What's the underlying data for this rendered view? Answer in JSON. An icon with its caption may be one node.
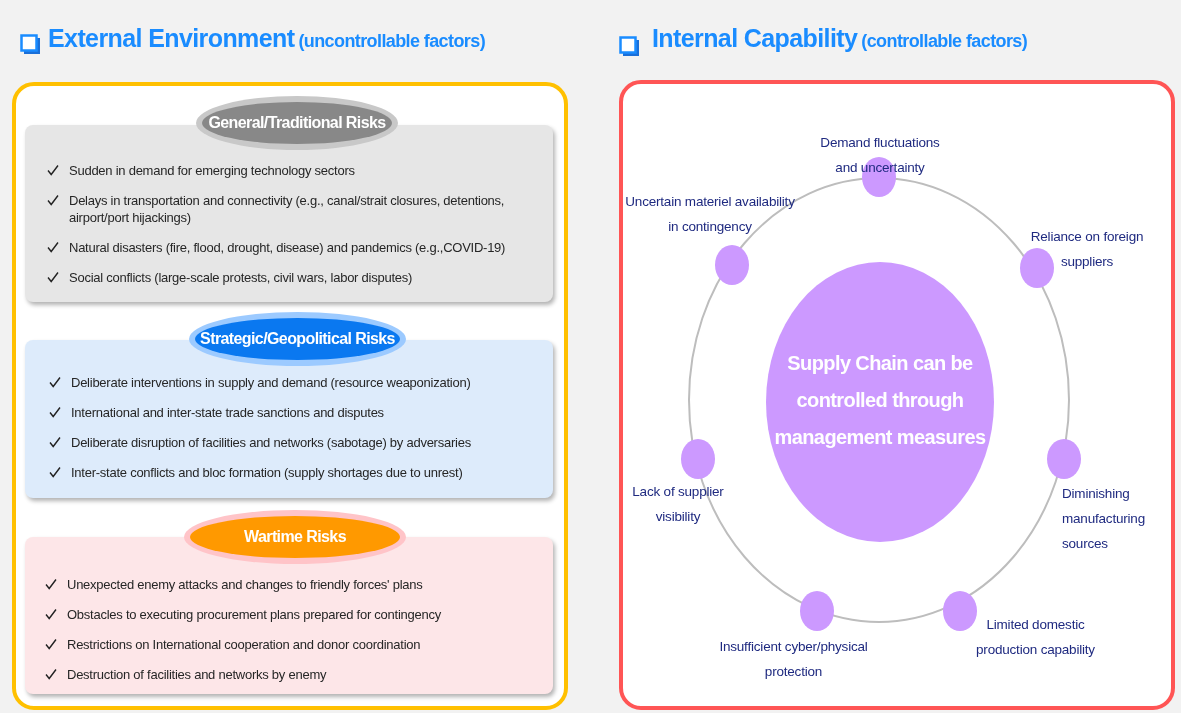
{
  "diagram": {
    "nodes": [
      {
        "text": [
          "External Environment",
          "(uncontrollable factors)"
        ]
      },
      {
        "text": [
          "General/Traditional Risks",
          "Sudden in demand for emerging technology sectors",
          "Delays in transportation and connectivity (e.g., canal/strait closures, detentions, airport/port hijackings)",
          "Natural disasters (fire, flood, drought, disease) and pandemics (e.g.,COVID-19)",
          "Social conflicts (large-scale protests, civil wars, labor disputes)"
        ],
        "in": 0
      },
      {
        "text": [
          "Strategic/Geopolitical Risks",
          "Deliberate interventions in supply and demand (resource weaponization)",
          "International and inter-state trade sanctions and disputes",
          "Deliberate disruption of facilities and networks (sabotage) by adversaries",
          "Inter-state conflicts and bloc formation (supply shortages due to unrest)"
        ],
        "in": 0
      },
      {
        "text": [
          "Wartime Risks",
          "Unexpected enemy attacks and changes to friendly forces' plans",
          "Obstacles to executing procurement plans prepared for contingency",
          "Restrictions on International cooperation and donor coordination",
          "Destruction of facilities and networks by enemy"
        ],
        "in": 0
      },
      {
        "text": [
          "Internal Capability",
          "(controllable factors)"
        ]
      },
      {
        "text": [
          "Supply Chain can be controlled through management measures"
        ],
        "in": 4
      },
      {
        "text": [],
        "shape": "circle",
        "beside": [
          "Demand fluctuations and uncertainty"
        ],
        "in": 4
      },
      {
        "text": [],
        "shape": "circle",
        "beside": [
          "Reliance on foreign suppliers"
        ],
        "in": 4
      },
      {
        "text": [],
        "shape": "circle",
        "beside": [
          "Diminishing manufacturing sources"
        ],
        "in": 4
      },
      {
        "text": [],
        "shape": "circle",
        "beside": [
          "Limited domestic production capability"
        ],
        "in": 4
      },
      {
        "text": [],
        "shape": "circle",
        "beside": [
          "Insufficient cyber/physical protection"
        ],
        "in": 4
      },
      {
        "text": [],
        "shape": "circle",
        "beside": [
          "Lack of supplier visibility"
        ],
        "in": 4
      },
      {
        "text": [],
        "shape": "circle",
        "beside": [
          "Uncertain materiel availability in contingency"
        ],
        "in": 4
      }
    ]
  }
}
